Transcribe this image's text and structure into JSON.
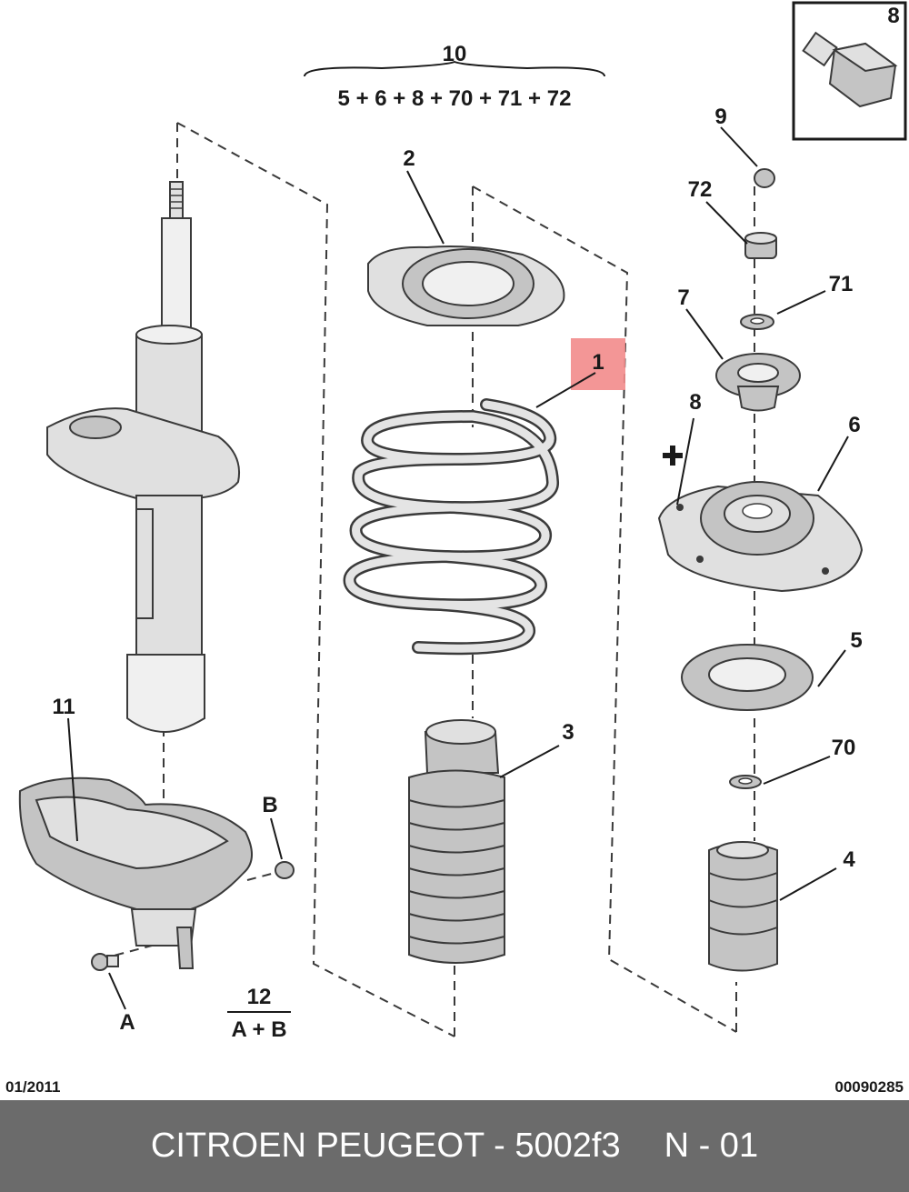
{
  "callouts": {
    "c10": "10",
    "c2": "2",
    "c1": "1",
    "c3": "3",
    "c11": "11",
    "cB": "B",
    "cA": "A",
    "c12": "12",
    "c8_box": "8",
    "c9": "9",
    "c72": "72",
    "c71": "71",
    "c7": "7",
    "c8": "8",
    "c6": "6",
    "c5": "5",
    "c70": "70",
    "c4": "4"
  },
  "formulas": {
    "kit_10": "5 + 6 + 8 + 70 + 71 + 72",
    "kit_12": "A + B"
  },
  "meta": {
    "date": "01/2011",
    "doc_number": "00090285"
  },
  "footer": {
    "title": "CITROEN PEUGEOT - 5002f3",
    "ref": "N - 01"
  },
  "colors": {
    "highlight": "#f28b8b",
    "footer_bg": "#6b6b6b",
    "part_fill": "#e0e0e0"
  }
}
